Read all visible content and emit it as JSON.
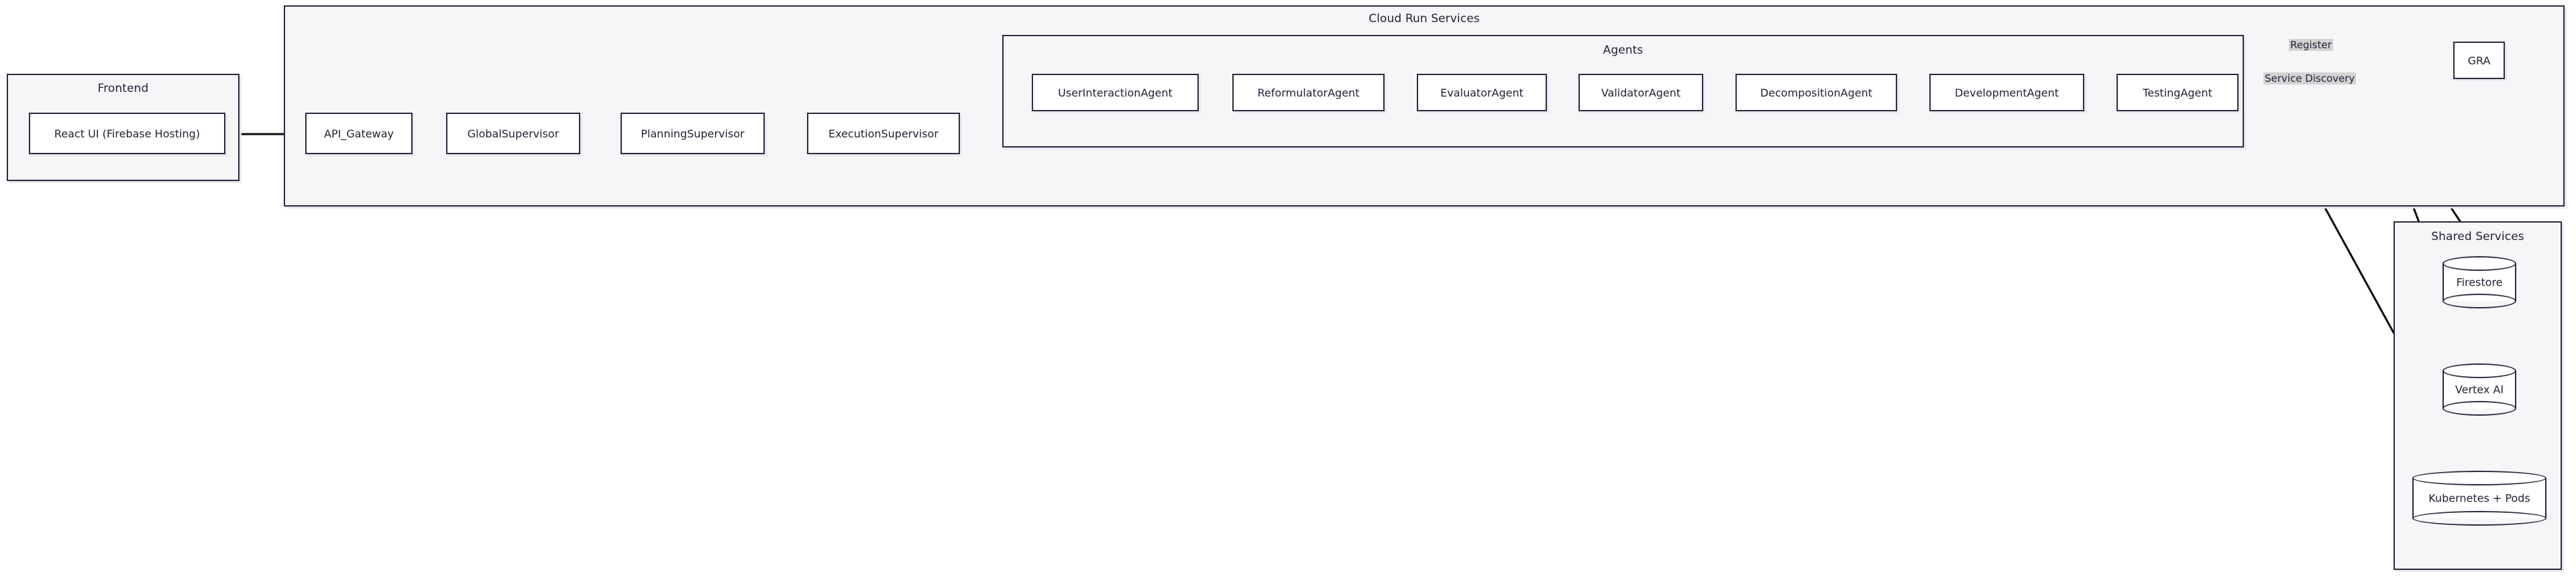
{
  "diagram": {
    "type": "flowchart",
    "direction": "left-to-right",
    "theme": {
      "node_fill": "#ffffff",
      "node_stroke": "#2b2b40",
      "subgraph_fill": "#f6f6f9",
      "subgraph_stroke": "#2b2b40",
      "edge_stroke": "#0b0b0b",
      "edge_label_bg": "#d3d3d3",
      "text_color": "#1f2033",
      "page_bg": "#ffffff"
    }
  },
  "subgraphs": {
    "frontend": {
      "title": "Frontend"
    },
    "cloud_run": {
      "title": "Cloud Run Services"
    },
    "agents": {
      "title": "Agents"
    },
    "shared_services": {
      "title": "Shared Services"
    }
  },
  "nodes": {
    "react_ui": {
      "label": "React UI (Firebase Hosting)",
      "shape": "rect"
    },
    "api_gateway": {
      "label": "API_Gateway",
      "shape": "rect"
    },
    "global_supervisor": {
      "label": "GlobalSupervisor",
      "shape": "rect"
    },
    "planning_supervisor": {
      "label": "PlanningSupervisor",
      "shape": "rect"
    },
    "execution_supervisor": {
      "label": "ExecutionSupervisor",
      "shape": "rect"
    },
    "gra": {
      "label": "GRA",
      "shape": "rect"
    }
  },
  "agents": [
    {
      "label": "UserInteractionAgent",
      "shape": "rect"
    },
    {
      "label": "ReformulatorAgent",
      "shape": "rect"
    },
    {
      "label": "EvaluatorAgent",
      "shape": "rect"
    },
    {
      "label": "ValidatorAgent",
      "shape": "rect"
    },
    {
      "label": "DecompositionAgent",
      "shape": "rect"
    },
    {
      "label": "DevelopmentAgent",
      "shape": "rect"
    },
    {
      "label": "TestingAgent",
      "shape": "rect"
    }
  ],
  "shared_services": [
    {
      "label": "Firestore",
      "shape": "cylinder"
    },
    {
      "label": "Vertex AI",
      "shape": "cylinder"
    },
    {
      "label": "Kubernetes + Pods",
      "shape": "cylinder"
    }
  ],
  "edge_labels": {
    "register": "Register",
    "service_discovery": "Service Discovery"
  },
  "edges": [
    {
      "from": "React UI (Firebase Hosting)",
      "to": "API_Gateway",
      "label": ""
    },
    {
      "from": "API_Gateway",
      "to": "GlobalSupervisor",
      "label": ""
    },
    {
      "from": "GlobalSupervisor",
      "to": "PlanningSupervisor",
      "label": ""
    },
    {
      "from": "PlanningSupervisor",
      "to": "ExecutionSupervisor",
      "label": ""
    },
    {
      "from": "ExecutionSupervisor",
      "to": "Agents",
      "label": ""
    },
    {
      "from": "ExecutionSupervisor",
      "to": "Shared Services",
      "label": ""
    },
    {
      "from": "Agents",
      "to": "GRA",
      "label": "Register"
    },
    {
      "from": "GRA",
      "to": "Agents",
      "label": "Service Discovery"
    },
    {
      "from": "Agents",
      "to": "Firestore",
      "label": ""
    },
    {
      "from": "Agents",
      "to": "Vertex AI",
      "label": ""
    },
    {
      "from": "Agents",
      "to": "Kubernetes + Pods",
      "label": ""
    }
  ]
}
